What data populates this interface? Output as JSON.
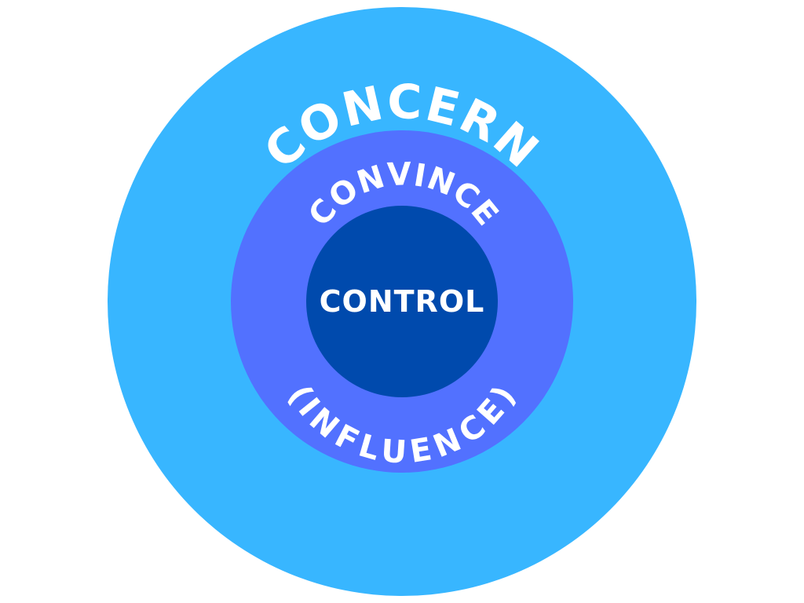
{
  "diagram": {
    "outer_label": "CONCERN",
    "middle_top_label": "CONVINCE",
    "middle_bottom_label": "(INFLUENCE)",
    "inner_label": "CONTROL"
  },
  "colors": {
    "background": "#ffffff",
    "outer_circle": "#38b6ff",
    "middle_circle": "#5271ff",
    "inner_circle": "#004aad",
    "text": "#ffffff"
  }
}
